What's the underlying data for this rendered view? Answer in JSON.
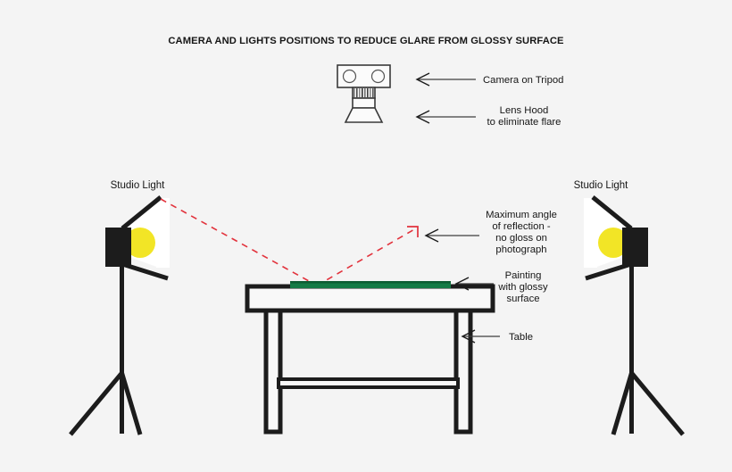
{
  "page": {
    "title": "CAMERA AND LIGHTS POSITIONS TO REDUCE GLARE FROM GLOSSY SURFACE",
    "background_color": "#f4f4f4"
  },
  "colors": {
    "ink": "#1c1c1c",
    "ray_red": "#e2323c",
    "bulb_yellow": "#f2e526",
    "painting_green": "#147a45",
    "painting_green_dark": "#0d5c33",
    "leader_gray": "#3d3d3d",
    "camera_gray": "#3a3a3a"
  },
  "annotations": {
    "camera": {
      "name": "camera-on-tripod",
      "lines": [
        "Camera on Tripod"
      ]
    },
    "lens_hood": {
      "name": "lens-hood",
      "lines": [
        "Lens Hood",
        "to eliminate flare"
      ]
    },
    "max_angle": {
      "name": "maximum-angle-of-reflection",
      "lines": [
        "Maximum angle",
        "of reflection -",
        "no gloss on",
        "photograph"
      ]
    },
    "painting": {
      "name": "painting-with-glossy-surface",
      "lines": [
        "Painting",
        "with glossy",
        "surface"
      ]
    },
    "table": {
      "name": "table",
      "lines": [
        "Table"
      ]
    },
    "studio_light_left": {
      "name": "studio-light-left",
      "lines": [
        "Studio Light"
      ]
    },
    "studio_light_right": {
      "name": "studio-light-right",
      "lines": [
        "Studio Light"
      ]
    }
  },
  "diagram": {
    "type": "lighting-setup-schematic",
    "subject": "Copy-stand lighting geometry showing two studio lights at 45 degrees, a glossy painting lying flat on a table, and a tripod-mounted camera above",
    "elements": [
      "camera-on-tripod",
      "lens-hood",
      "studio-light-left",
      "studio-light-right",
      "table",
      "painting-with-glossy-surface",
      "incident-ray",
      "reflected-ray"
    ],
    "ray_path": {
      "source": "left studio light top edge",
      "bounce_point": "center of glossy painting",
      "exit_direction": "up and to the right, away from camera"
    }
  }
}
